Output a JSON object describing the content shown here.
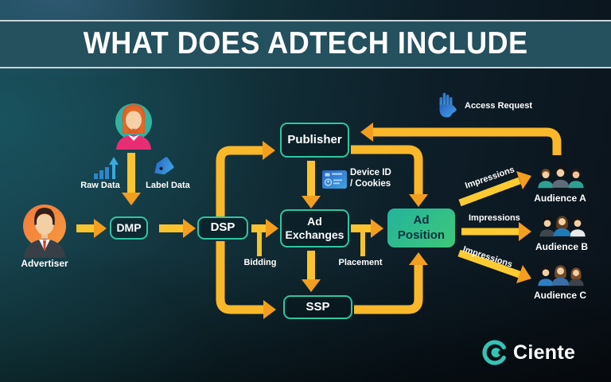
{
  "title": "WHAT DOES ADTECH INCLUDE",
  "diagram": {
    "nodes": {
      "advertiser": "Advertiser",
      "dmp": "DMP",
      "dsp": "DSP",
      "publisher": "Publisher",
      "ad_exchanges": "Ad Exchanges",
      "ssp": "SSP",
      "ad_position": "Ad Position",
      "audience_a": "Audience A",
      "audience_b": "Audience B",
      "audience_c": "Audience C"
    },
    "labels": {
      "raw_data": "Raw Data",
      "label_data": "Label Data",
      "bidding": "Bidding",
      "placement": "Placement",
      "device_id_line1": "Device ID",
      "device_id_line2": "/ Cookies",
      "access_request": "Access Request",
      "impressions_a": "Impressions",
      "impressions_b": "Impressions",
      "impressions_c": "Impressions"
    },
    "edges": [
      {
        "from": "advertiser",
        "to": "dmp"
      },
      {
        "from": "data_user",
        "to": "dmp"
      },
      {
        "from": "dmp",
        "to": "dsp"
      },
      {
        "from": "dsp",
        "to": "publisher"
      },
      {
        "from": "dsp",
        "to": "ad_exchanges",
        "label": "Bidding"
      },
      {
        "from": "dsp",
        "to": "ssp"
      },
      {
        "from": "publisher",
        "to": "ad_exchanges",
        "label": "Device ID / Cookies"
      },
      {
        "from": "publisher",
        "to": "ad_position"
      },
      {
        "from": "ad_exchanges",
        "to": "ssp"
      },
      {
        "from": "ad_exchanges",
        "to": "ad_position",
        "label": "Placement"
      },
      {
        "from": "ssp",
        "to": "ad_position"
      },
      {
        "from": "ad_position",
        "to": "audience_a",
        "label": "Impressions"
      },
      {
        "from": "ad_position",
        "to": "audience_b",
        "label": "Impressions"
      },
      {
        "from": "ad_position",
        "to": "audience_c",
        "label": "Impressions"
      },
      {
        "from": "audience_a",
        "to": "publisher",
        "label": "Access Request"
      }
    ],
    "icons": {
      "advertiser": "businessman-avatar",
      "data_user": "woman-avatar",
      "raw_data": "bar-chart-up-arrow",
      "label_data": "price-tag",
      "device_id": "id-card",
      "access_request": "raised-hand",
      "audience_a": "people-group",
      "audience_b": "people-group",
      "audience_c": "people-group"
    }
  },
  "logo": {
    "text": "Ciente"
  },
  "colors": {
    "arrow_stem": "#FBC42E",
    "arrow_head": "#F29E1E",
    "node_border": "#2EC6A0",
    "banner_bg": "#25505E",
    "ad_position_gradient": [
      "#23B39C",
      "#3EC878"
    ],
    "icon_blue": "#2E7FD0",
    "logo_teal": "#35C4B5"
  }
}
